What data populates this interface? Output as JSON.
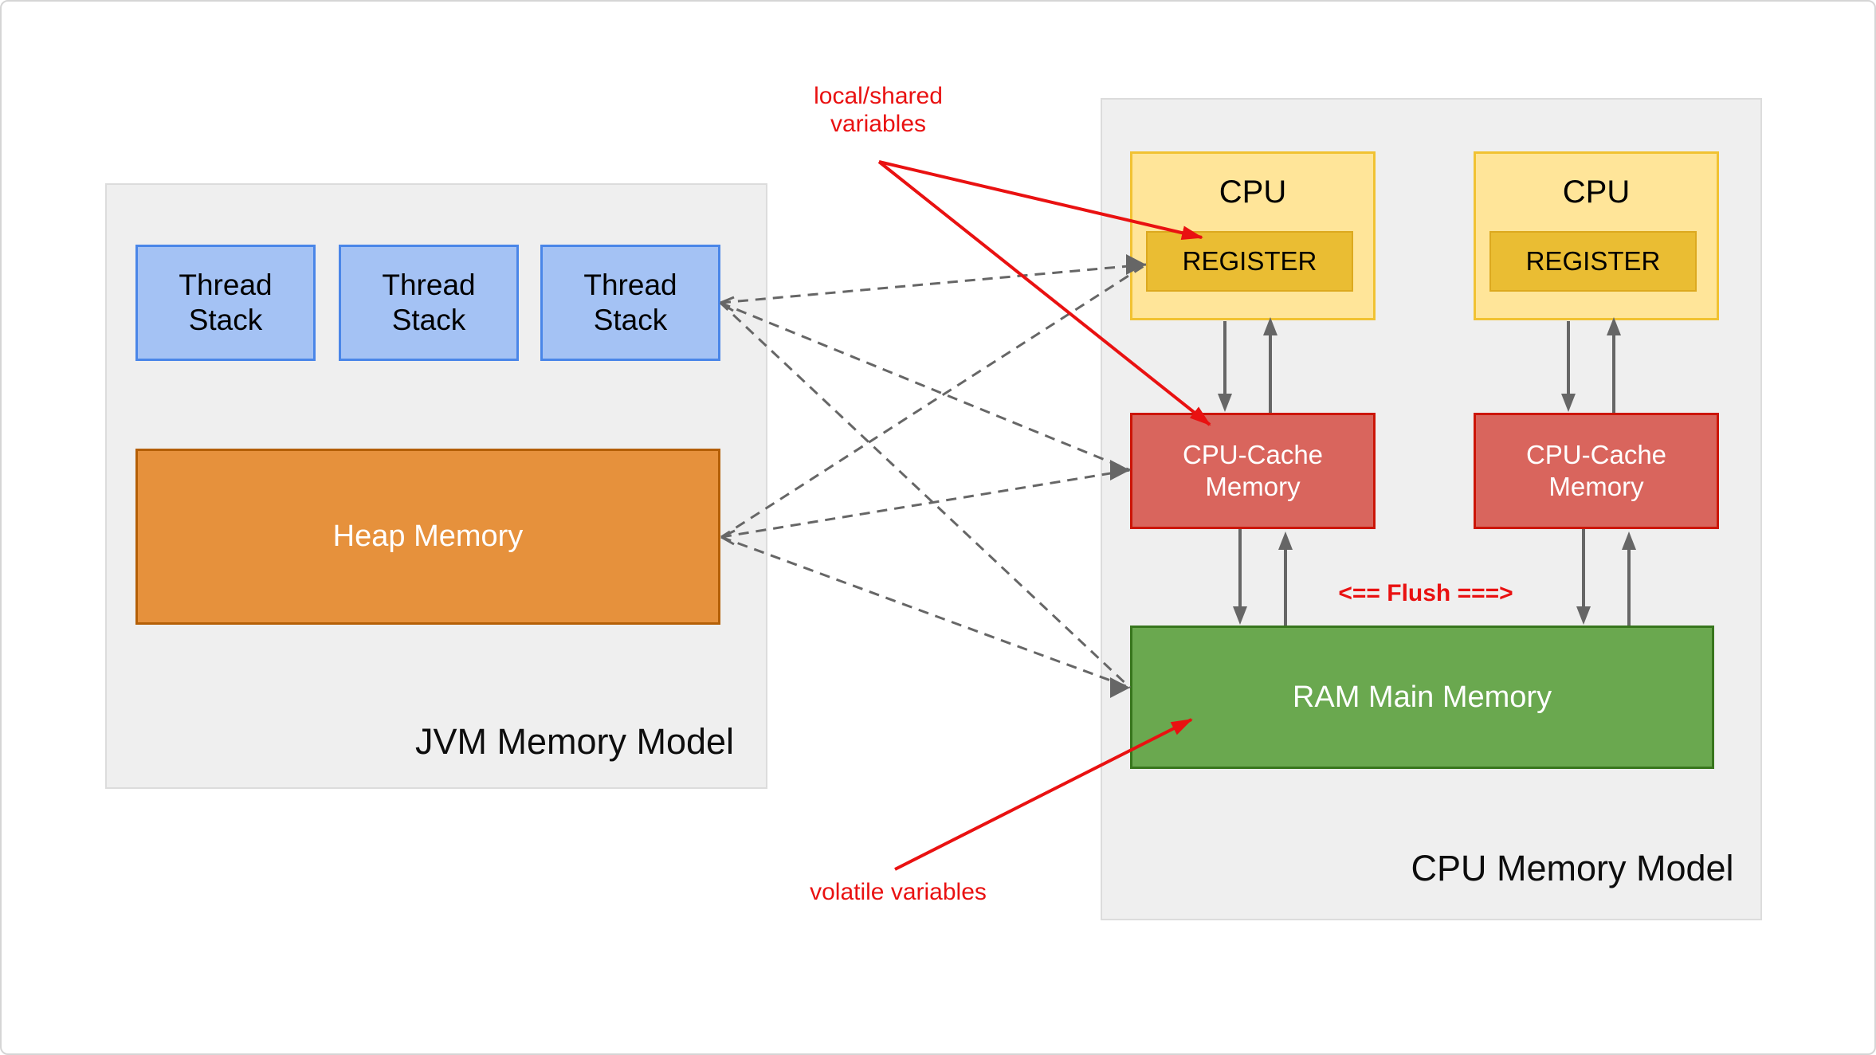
{
  "colors": {
    "page-border": "#D5D5D5",
    "panel-bg": "#EFEFEF",
    "panel-border": "#DCDCDC",
    "blue-fill": "#A4C2F4",
    "blue-border": "#4A86E8",
    "orange-fill": "#E6913C",
    "orange-border": "#B45F06",
    "yellow-fill": "#FFE599",
    "yellow-border": "#F1C232",
    "gold-fill": "#EABD33",
    "gold-border": "#DCA91F",
    "red-fill": "#D9655D",
    "red-border": "#CC1507",
    "green-fill": "#6AA84F",
    "green-border": "#38761D",
    "arrow-gray": "#666666",
    "annotation-red": "#E91111",
    "text-dark": "#000000",
    "text-light": "#FFFFFF"
  },
  "jvm": {
    "title": "JVM Memory Model",
    "thread_stacks": [
      {
        "label": "Thread Stack"
      },
      {
        "label": "Thread Stack"
      },
      {
        "label": "Thread Stack"
      }
    ],
    "heap_label": "Heap Memory"
  },
  "cpu": {
    "title": "CPU Memory Model",
    "cpus": [
      {
        "label": "CPU",
        "register_label": "REGISTER"
      },
      {
        "label": "CPU",
        "register_label": "REGISTER"
      }
    ],
    "caches": [
      {
        "label": "CPU-Cache Memory"
      },
      {
        "label": "CPU-Cache Memory"
      }
    ],
    "ram_label": "RAM Main Memory"
  },
  "annotations": {
    "local_shared": "local/shared variables",
    "volatile": "volatile variables",
    "flush": "<== Flush ===>"
  }
}
